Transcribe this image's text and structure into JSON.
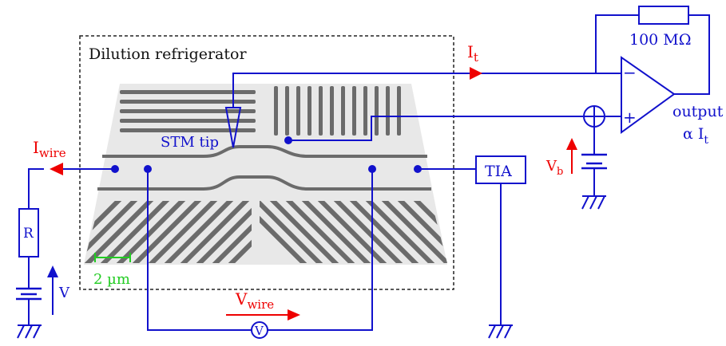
{
  "labels": {
    "dilution_refrigerator": "Dilution refrigerator",
    "current_main": "I",
    "current_main_sub": "t",
    "resistor_feedback": "100 MΩ",
    "output_line1": "output",
    "output_line2_prefix": "α I",
    "output_line2_sub": "t",
    "stm_tip": "STM tip",
    "current_wire": "I",
    "current_wire_sub": "wire",
    "tia": "TIA",
    "bias_voltage": "V",
    "bias_voltage_sub": "b",
    "resistor": "R",
    "voltage_source": "V",
    "scale_bar": "2 µm",
    "voltage_wire": "V",
    "voltage_wire_sub": "wire",
    "voltmeter": "V",
    "opamp_minus": "−",
    "opamp_plus": "+"
  },
  "colors": {
    "circuit": "#1111cc",
    "arrow": "#ee0000",
    "scale": "#22cc22",
    "frame": "#222222",
    "sample_bg": "#e8e8e8",
    "stripes": "#6b6b6b"
  }
}
